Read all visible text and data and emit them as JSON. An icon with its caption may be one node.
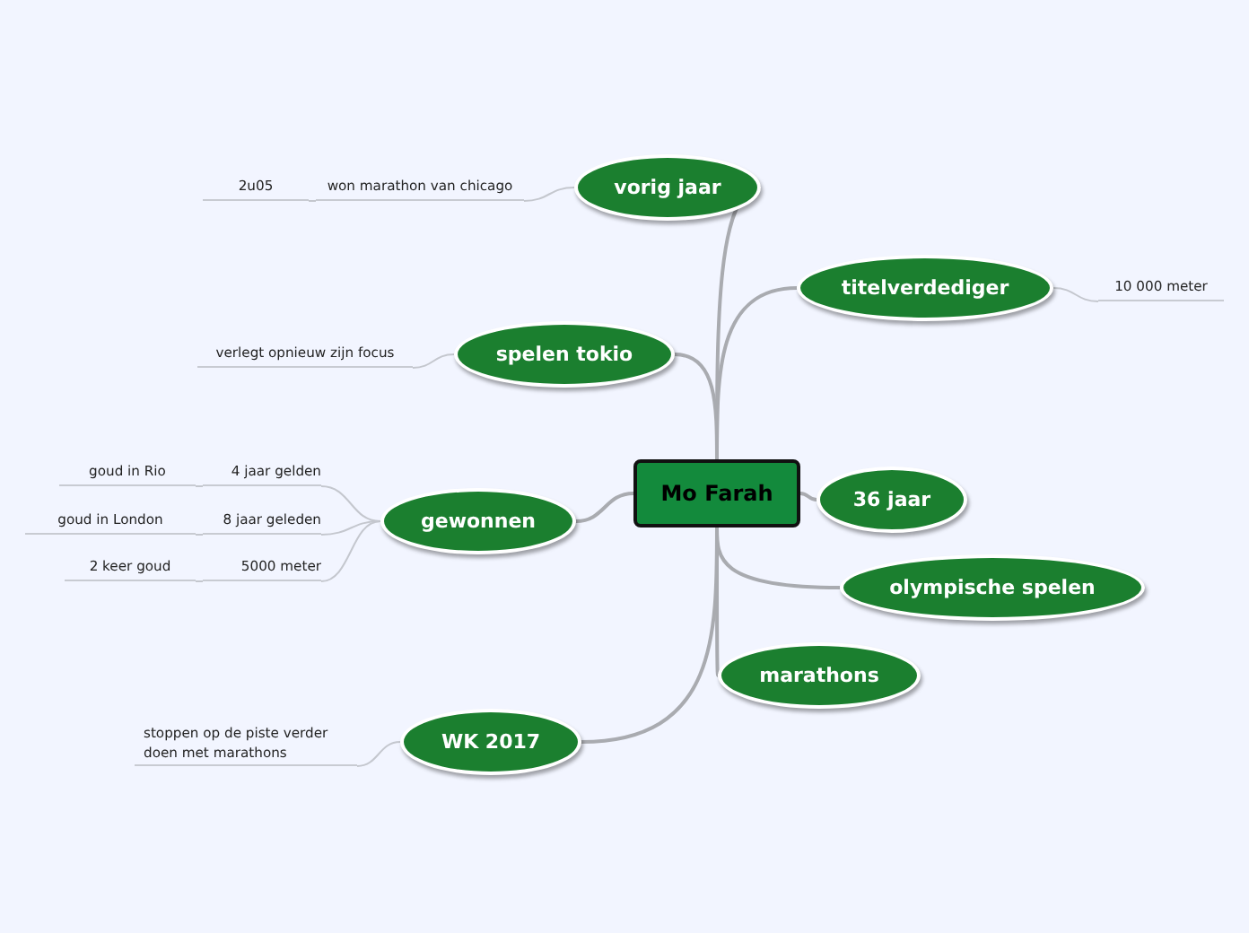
{
  "diagram": {
    "nodes": [
      {
        "text": [
          "Mo Farah"
        ]
      },
      {
        "text": [
          "vorig jaar"
        ]
      },
      {
        "text": [
          "won marathon van chicago"
        ]
      },
      {
        "text": [
          "2u05"
        ]
      },
      {
        "text": [
          "titelverdediger"
        ]
      },
      {
        "text": [
          "10 000 meter"
        ]
      },
      {
        "text": [
          "spelen tokio"
        ]
      },
      {
        "text": [
          "verlegt opnieuw zijn focus"
        ]
      },
      {
        "text": [
          "36 jaar"
        ]
      },
      {
        "text": [
          "gewonnen"
        ]
      },
      {
        "text": [
          "4 jaar gelden"
        ]
      },
      {
        "text": [
          "goud in Rio"
        ]
      },
      {
        "text": [
          "8 jaar geleden"
        ]
      },
      {
        "text": [
          "goud in London"
        ]
      },
      {
        "text": [
          "5000 meter"
        ]
      },
      {
        "text": [
          "2 keer goud"
        ]
      },
      {
        "text": [
          "olympische spelen"
        ]
      },
      {
        "text": [
          "marathons"
        ]
      },
      {
        "text": [
          "WK 2017"
        ]
      },
      {
        "text": [
          "stoppen op de piste verder doen met marathons"
        ]
      }
    ],
    "edges": [
      {
        "from": 0,
        "to": 1,
        "arrow": "none"
      },
      {
        "from": 1,
        "to": 2,
        "arrow": "none"
      },
      {
        "from": 2,
        "to": 3,
        "arrow": "none"
      },
      {
        "from": 0,
        "to": 4,
        "arrow": "none"
      },
      {
        "from": 4,
        "to": 5,
        "arrow": "none"
      },
      {
        "from": 0,
        "to": 6,
        "arrow": "none"
      },
      {
        "from": 6,
        "to": 7,
        "arrow": "none"
      },
      {
        "from": 0,
        "to": 8,
        "arrow": "none"
      },
      {
        "from": 0,
        "to": 9,
        "arrow": "none"
      },
      {
        "from": 9,
        "to": 10,
        "arrow": "none"
      },
      {
        "from": 10,
        "to": 11,
        "arrow": "none"
      },
      {
        "from": 9,
        "to": 12,
        "arrow": "none"
      },
      {
        "from": 12,
        "to": 13,
        "arrow": "none"
      },
      {
        "from": 9,
        "to": 14,
        "arrow": "none"
      },
      {
        "from": 14,
        "to": 15,
        "arrow": "none"
      },
      {
        "from": 0,
        "to": 16,
        "arrow": "none"
      },
      {
        "from": 0,
        "to": 17,
        "arrow": "none"
      },
      {
        "from": 0,
        "to": 18,
        "arrow": "none"
      },
      {
        "from": 18,
        "to": 19,
        "arrow": "none"
      }
    ]
  }
}
